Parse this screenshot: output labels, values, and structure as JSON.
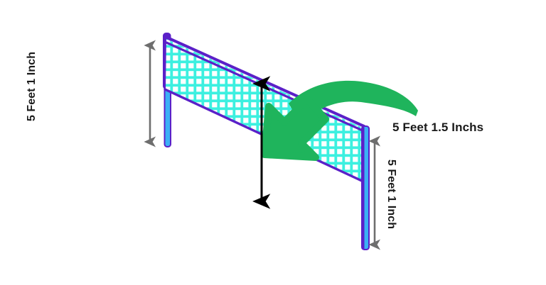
{
  "diagram": {
    "title": "Volleyball / Badminton Net Height Diagram",
    "subject": "net-height-measurements",
    "background_color": "#ffffff"
  },
  "labels": {
    "left_post_height": "5 Feet 1 Inch",
    "right_post_height": "5 Feet 1 Inch",
    "center_height": "5 Feet 1.5 Inchs"
  },
  "colors": {
    "post_body": "#3BB0F5",
    "post_edge": "#5B20C8",
    "net_mesh": "#3CF0E0",
    "net_band": "#5B20C8",
    "dimension_arrow": "#6E6E6E",
    "center_arrow": "#000000",
    "callout_arrow": "#1FB45C",
    "text": "#1a1a1a"
  },
  "elements": {
    "left_post": "left-net-post",
    "right_post": "right-net-post",
    "net": "net-mesh-panel",
    "left_dimension": "left-height-dimension-arrow",
    "right_dimension": "right-height-dimension-arrow",
    "center_dimension": "center-height-double-arrow",
    "callout": "green-curved-callout-arrow"
  }
}
